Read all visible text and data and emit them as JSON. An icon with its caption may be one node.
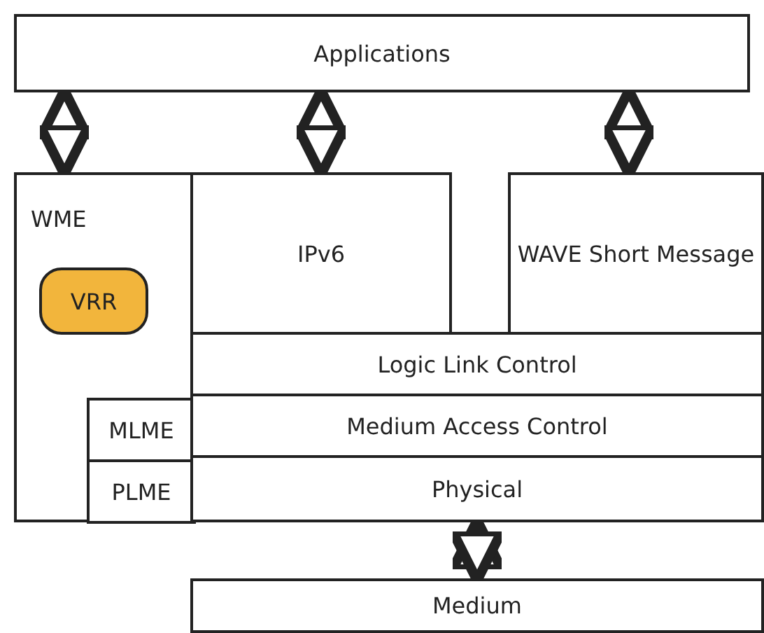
{
  "diagram": {
    "nodes": [
      {
        "text": [
          "Applications"
        ]
      },
      {
        "text": [
          "WME"
        ]
      },
      {
        "text": [
          "VRR"
        ],
        "in": 1
      },
      {
        "text": [
          "IPv6"
        ]
      },
      {
        "text": [
          "WAVE Short Message"
        ]
      },
      {
        "text": [
          "Logic Link Control"
        ]
      },
      {
        "text": [
          "MLME"
        ],
        "in": 1
      },
      {
        "text": [
          "Medium Access Control"
        ]
      },
      {
        "text": [
          "PLME"
        ],
        "in": 1
      },
      {
        "text": [
          "Physical"
        ]
      },
      {
        "text": [
          "Medium"
        ]
      }
    ],
    "edges": [
      {
        "from": 0,
        "to": 1,
        "arrow": "both"
      },
      {
        "from": 0,
        "to": 3,
        "arrow": "both"
      },
      {
        "from": 0,
        "to": 4,
        "arrow": "both"
      },
      {
        "from": 9,
        "to": 10,
        "arrow": "both"
      }
    ]
  }
}
